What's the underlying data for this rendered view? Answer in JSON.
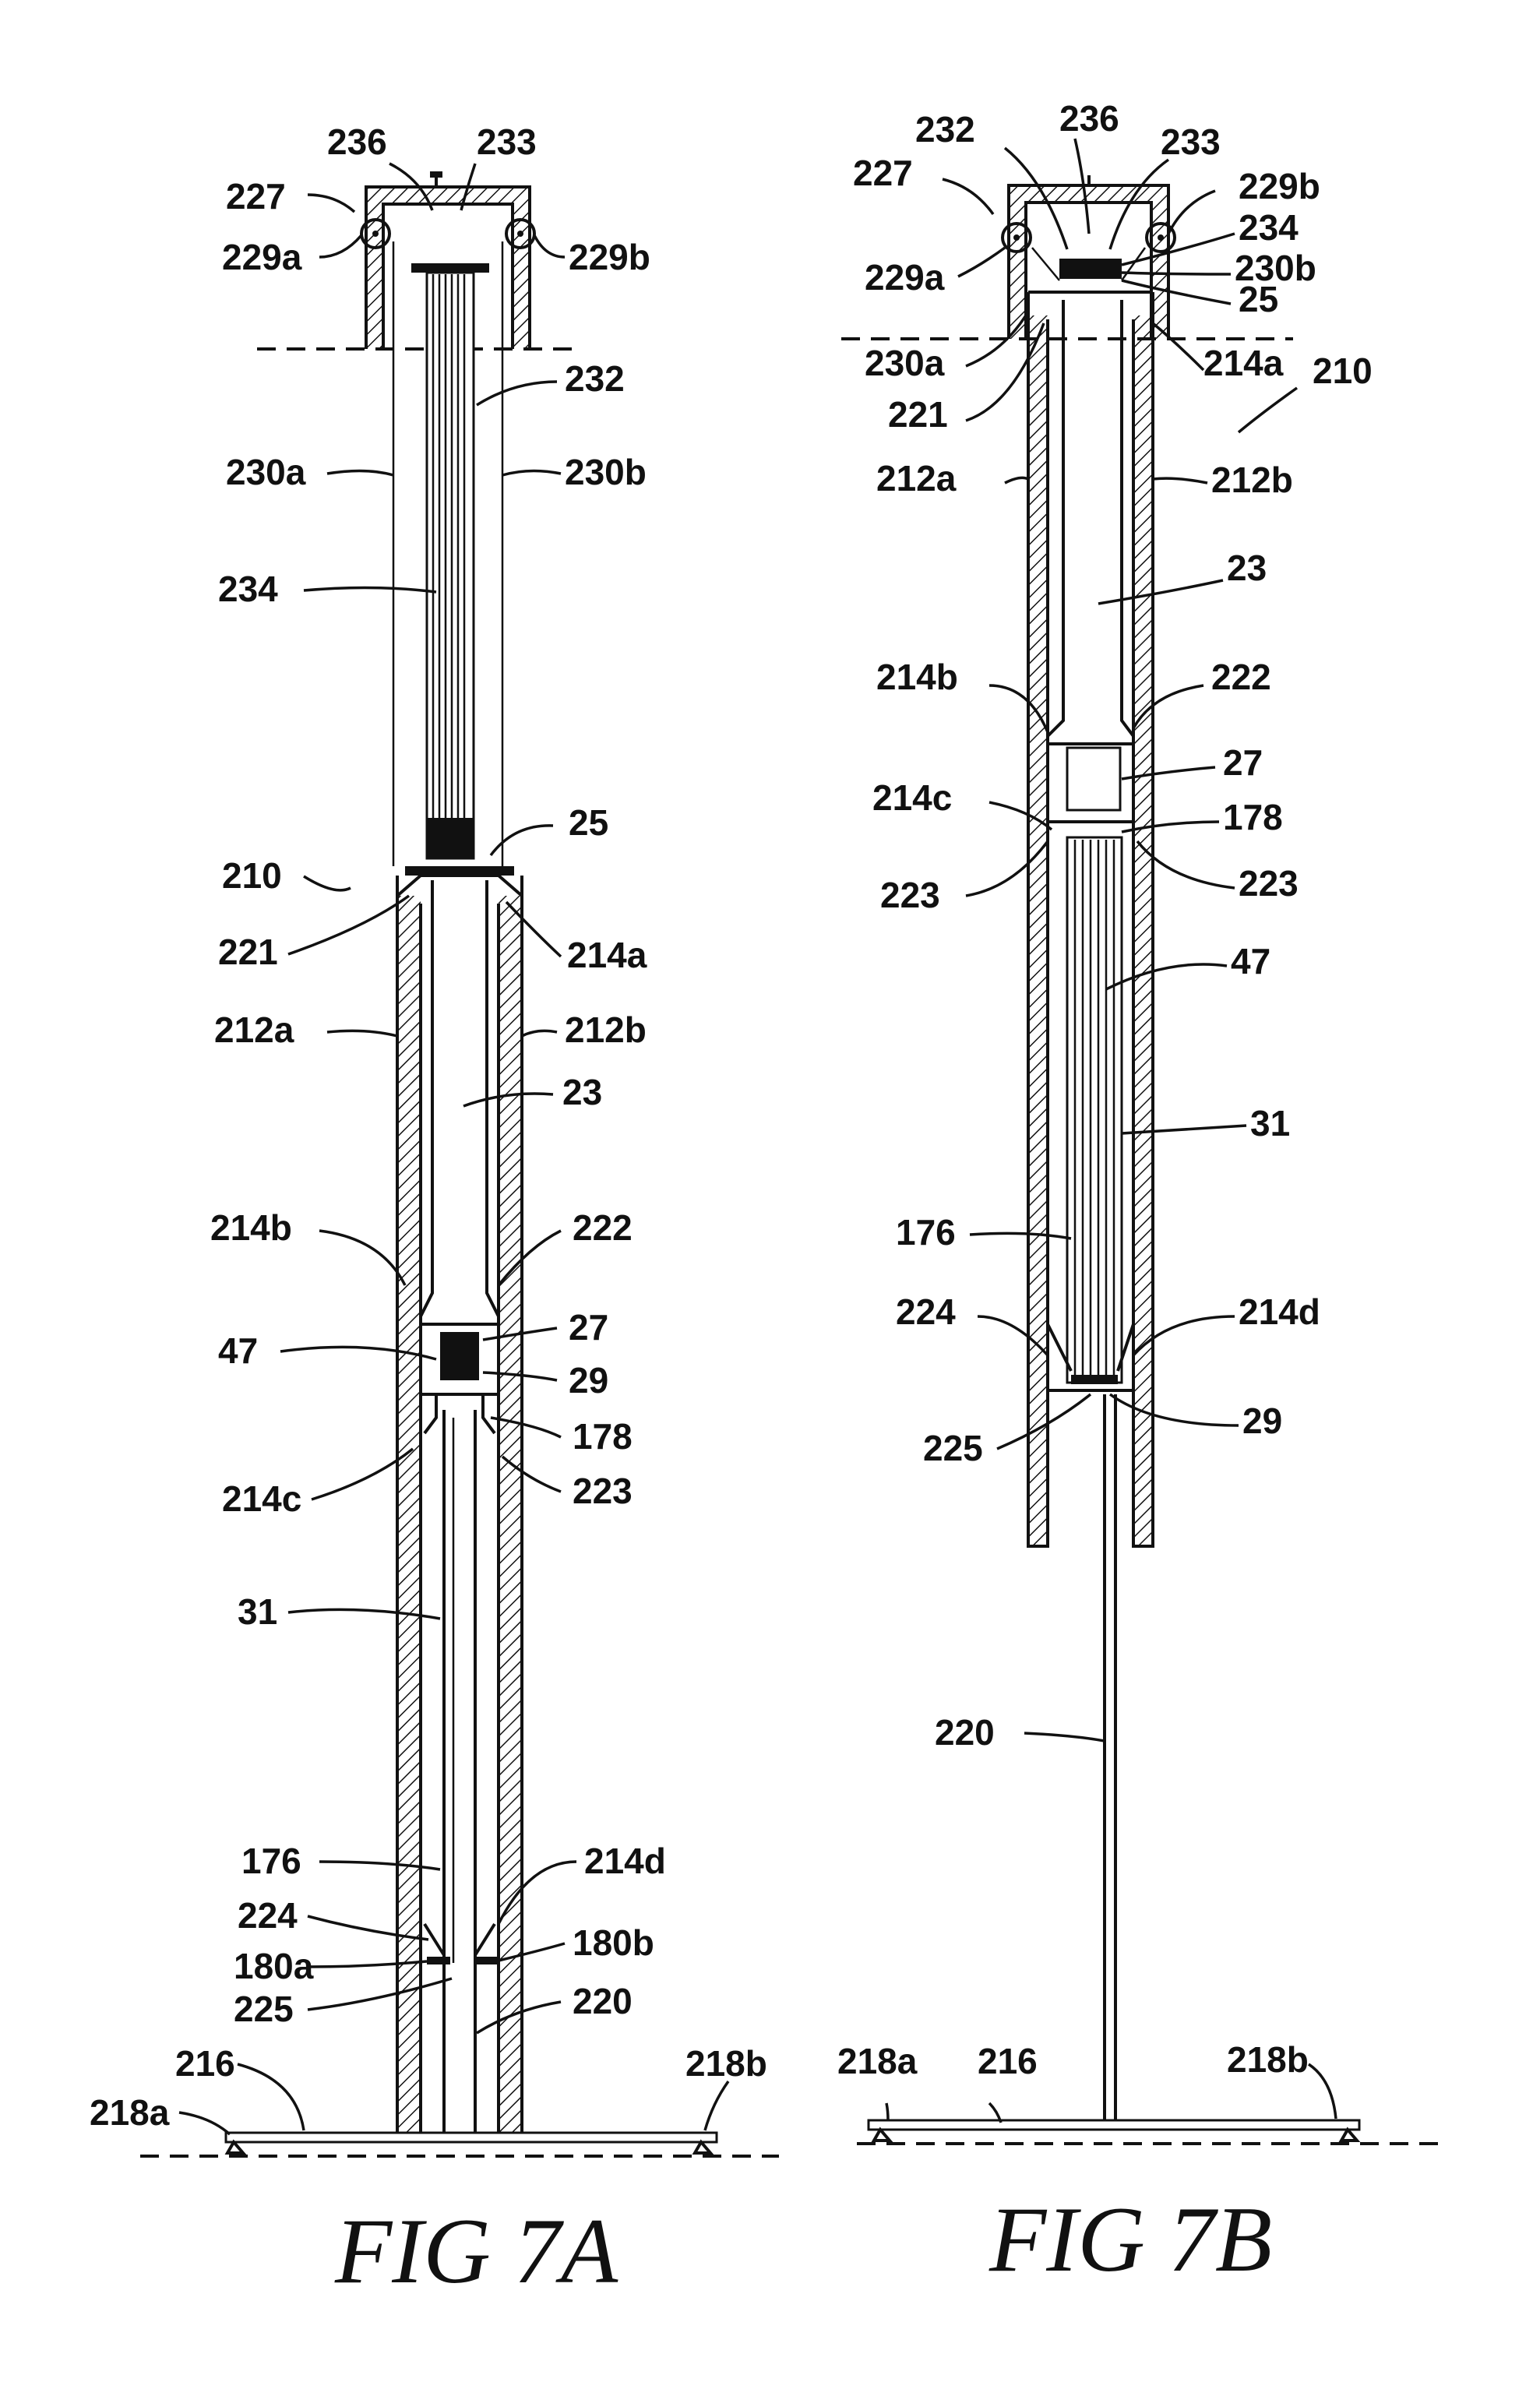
{
  "figures": [
    {
      "caption": "FIG 7A",
      "labels": {
        "l236": "236",
        "l233": "233",
        "l227": "227",
        "l229a": "229a",
        "l229b": "229b",
        "l232": "232",
        "l230a": "230a",
        "l230b": "230b",
        "l234": "234",
        "l25": "25",
        "l210": "210",
        "l221": "221",
        "l214a": "214a",
        "l212a": "212a",
        "l212b": "212b",
        "l23": "23",
        "l214b": "214b",
        "l222": "222",
        "l47": "47",
        "l27": "27",
        "l29": "29",
        "l178": "178",
        "l214c": "214c",
        "l223": "223",
        "l31": "31",
        "l176": "176",
        "l214d": "214d",
        "l224": "224",
        "l180a": "180a",
        "l180b": "180b",
        "l225": "225",
        "l220": "220",
        "l216": "216",
        "l218a": "218a",
        "l218b": "218b"
      }
    },
    {
      "caption": "FIG 7B",
      "labels": {
        "l232": "232",
        "l236": "236",
        "l233": "233",
        "l227": "227",
        "l229b": "229b",
        "l229a": "229a",
        "l234": "234",
        "l230b": "230b",
        "l25": "25",
        "l230a": "230a",
        "l214a": "214a",
        "l210": "210",
        "l221": "221",
        "l212a": "212a",
        "l212b": "212b",
        "l23": "23",
        "l214b": "214b",
        "l222": "222",
        "l27": "27",
        "l214c": "214c",
        "l178": "178",
        "l223a": "223",
        "l223b": "223",
        "l47": "47",
        "l31": "31",
        "l176": "176",
        "l224": "224",
        "l214d": "214d",
        "l225": "225",
        "l29": "29",
        "l220": "220",
        "l218a": "218a",
        "l216": "216",
        "l218b": "218b"
      }
    }
  ]
}
